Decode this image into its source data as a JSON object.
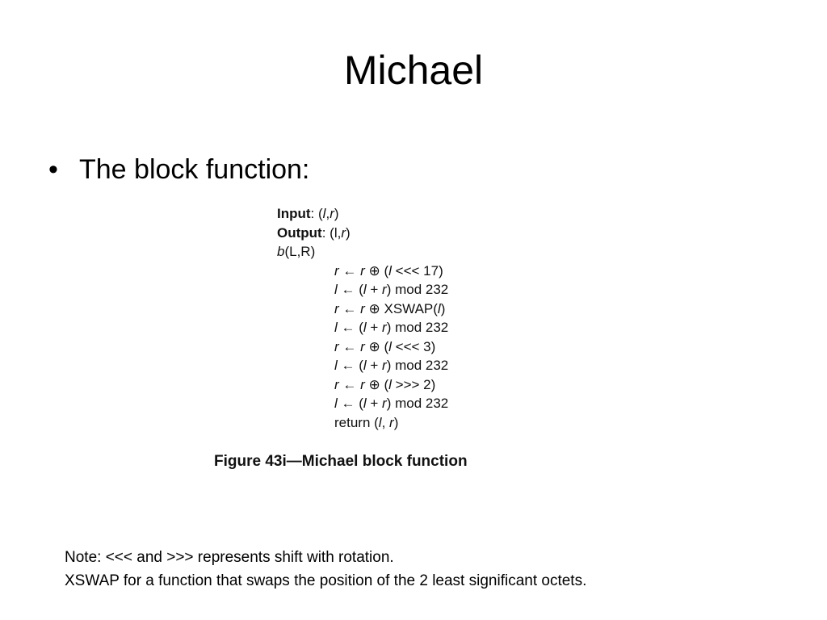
{
  "slide": {
    "title": "Michael",
    "bullet_symbol": "•",
    "bullet_text": "The block function:"
  },
  "figure": {
    "header": [
      {
        "keyword": "Input",
        "sep": ": ",
        "rest_parts": [
          "(",
          "l",
          ",",
          "r",
          ")"
        ]
      },
      {
        "keyword": "Output",
        "sep": ": ",
        "rest_parts": [
          "(l,",
          "r",
          ")"
        ]
      }
    ],
    "func_name": "b",
    "func_args": "(L,R)",
    "steps": [
      {
        "target": "r",
        "arrow": " ← ",
        "expr_a": "r",
        "expr_b": " ⊕ (",
        "expr_c": "l",
        "expr_d": " <<< 17)"
      },
      {
        "target": "l",
        "arrow": " ← (",
        "expr_a": "l",
        "expr_b": " + ",
        "expr_c": "r",
        "expr_d": ") mod 232"
      },
      {
        "target": "r",
        "arrow": " ← ",
        "expr_a": "r",
        "expr_b": " ⊕ XSWAP(",
        "expr_c": "l",
        "expr_d": ")"
      },
      {
        "target": "l",
        "arrow": " ← (",
        "expr_a": "l",
        "expr_b": " + ",
        "expr_c": "r",
        "expr_d": ") mod 232"
      },
      {
        "target": "r",
        "arrow": " ← ",
        "expr_a": "r",
        "expr_b": " ⊕ (",
        "expr_c": "l",
        "expr_d": " <<< 3)"
      },
      {
        "target": "l",
        "arrow": " ← (",
        "expr_a": "l",
        "expr_b": " + ",
        "expr_c": "r",
        "expr_d": ") mod 232"
      },
      {
        "target": "r",
        "arrow": " ← ",
        "expr_a": "r",
        "expr_b": " ⊕ (",
        "expr_c": "l",
        "expr_d": " >>> 2)"
      },
      {
        "target": "l",
        "arrow": " ← (",
        "expr_a": "l",
        "expr_b": " + ",
        "expr_c": "r",
        "expr_d": ") mod 232"
      }
    ],
    "return_prefix": "return (",
    "return_a": "l",
    "return_sep": ", ",
    "return_b": "r",
    "return_suffix": ")",
    "caption": "Figure 43i—Michael block function"
  },
  "notes": [
    "Note: <<< and >>> represents shift with rotation.",
    "XSWAP for a function that swaps the position of the 2 least significant octets."
  ]
}
